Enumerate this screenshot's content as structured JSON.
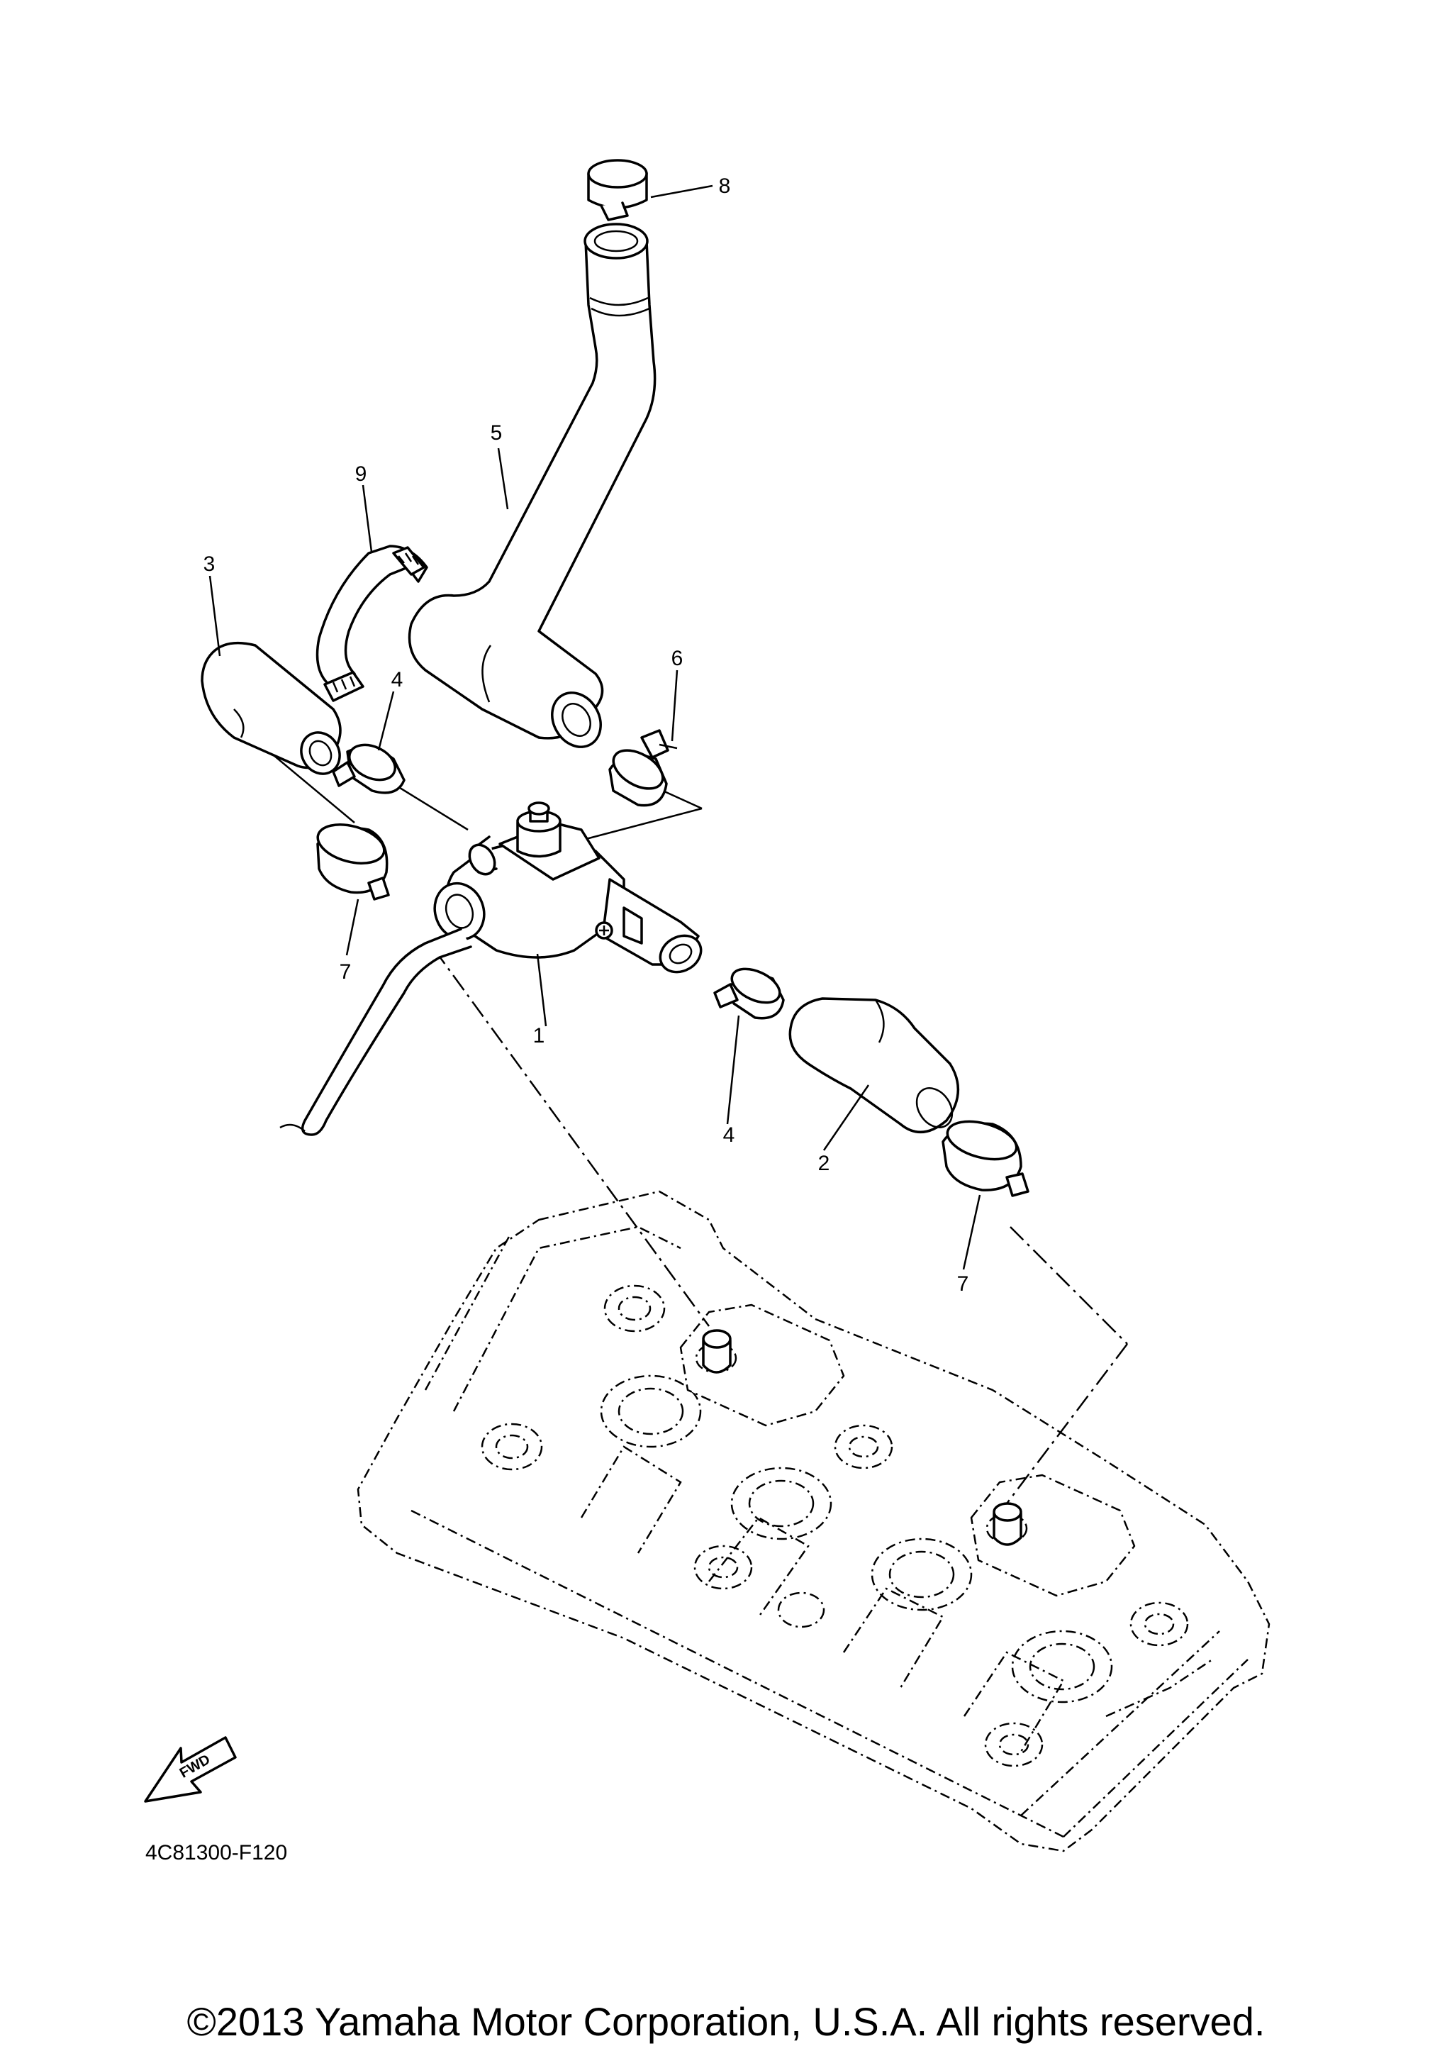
{
  "callouts": [
    {
      "id": "1",
      "label": "1"
    },
    {
      "id": "2",
      "label": "2"
    },
    {
      "id": "3",
      "label": "3"
    },
    {
      "id": "4a",
      "label": "4"
    },
    {
      "id": "4b",
      "label": "4"
    },
    {
      "id": "5",
      "label": "5"
    },
    {
      "id": "6",
      "label": "6"
    },
    {
      "id": "7a",
      "label": "7"
    },
    {
      "id": "7b",
      "label": "7"
    },
    {
      "id": "8",
      "label": "8"
    },
    {
      "id": "9",
      "label": "9"
    }
  ],
  "fwd_label": "FWD",
  "diagram_code": "4C81300-F120",
  "copyright": "©2013 Yamaha Motor Corporation, U.S.A. All rights reserved."
}
